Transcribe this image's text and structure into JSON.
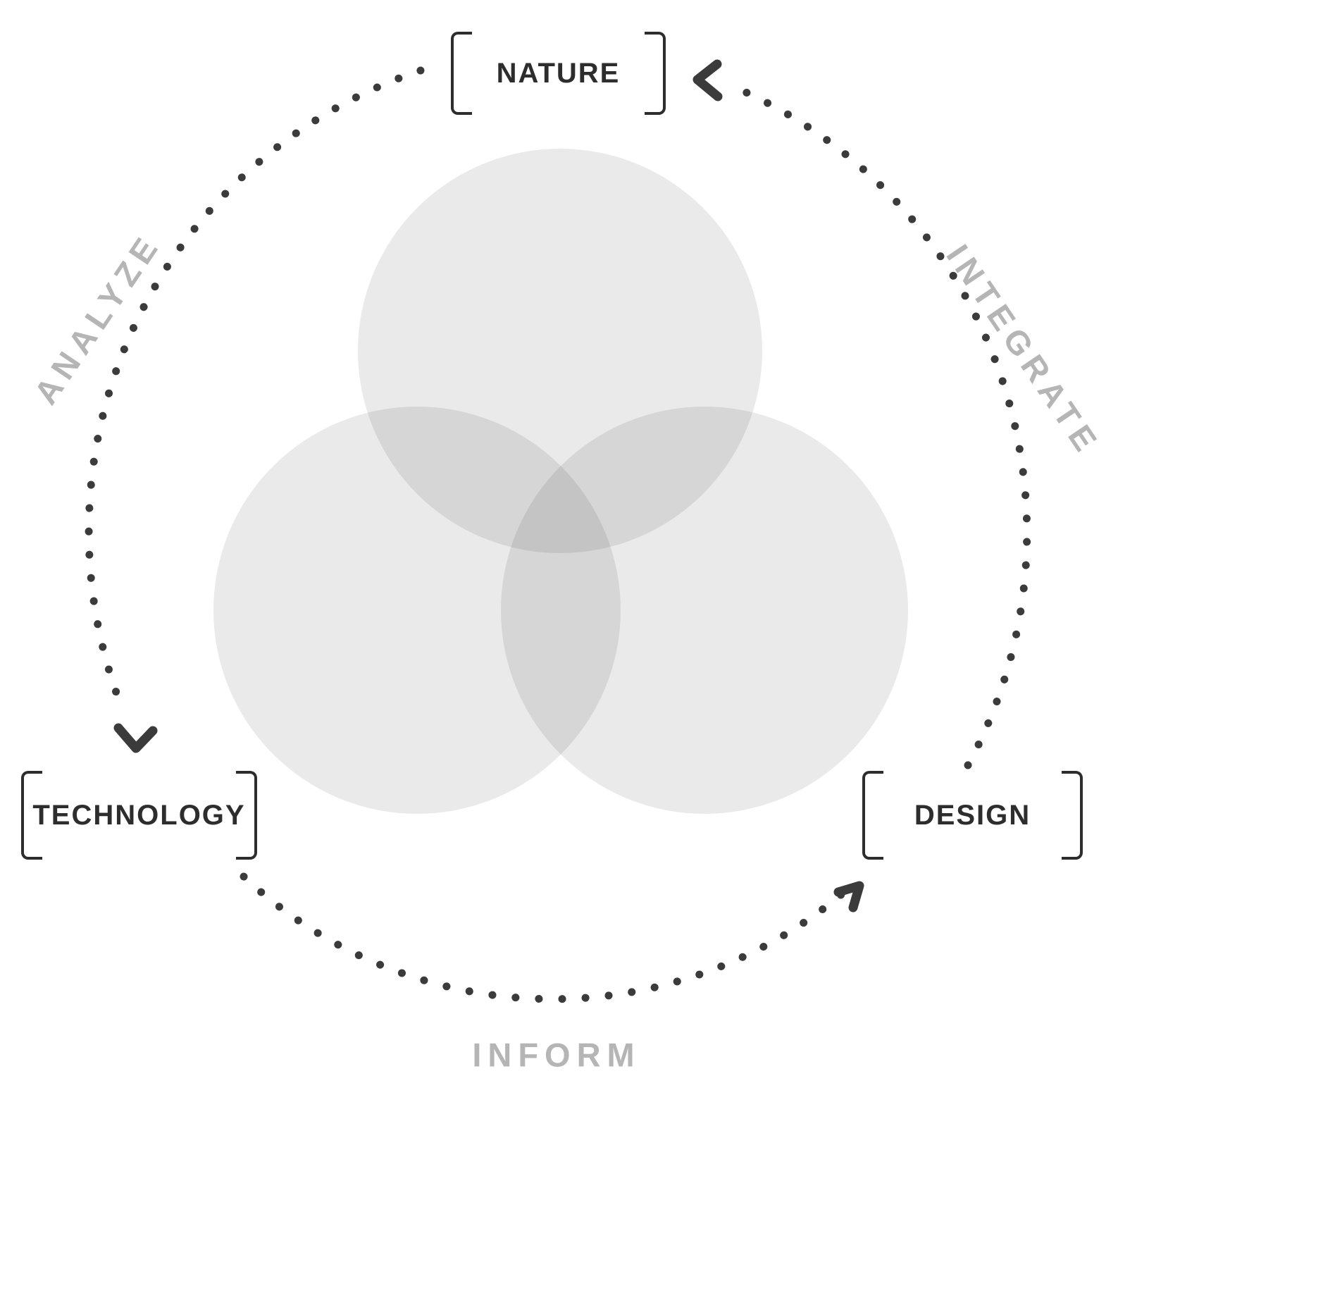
{
  "diagram": {
    "type": "venn-cycle",
    "nodes": [
      {
        "id": "nature",
        "label": "NATURE",
        "position": "top"
      },
      {
        "id": "technology",
        "label": "TECHNOLOGY",
        "position": "bottom-left"
      },
      {
        "id": "design",
        "label": "DESIGN",
        "position": "bottom-right"
      }
    ],
    "flows": [
      {
        "id": "analyze",
        "label": "ANALYZE",
        "from": "NATURE",
        "to": "TECHNOLOGY"
      },
      {
        "id": "integrate",
        "label": "INTEGRATE",
        "from": "DESIGN",
        "to": "NATURE"
      },
      {
        "id": "inform",
        "label": "INFORM",
        "from": "TECHNOLOGY",
        "to": "DESIGN"
      }
    ],
    "colors": {
      "background": "#ffffff",
      "circle_fill": "rgba(0,0,0,0.082)",
      "dot": "#3b3b3b",
      "arrowhead": "#3b3b3b",
      "node_text": "#2d2d2d",
      "bracket": "#2d2d2d",
      "flow_text": "#b5b5b5"
    }
  }
}
